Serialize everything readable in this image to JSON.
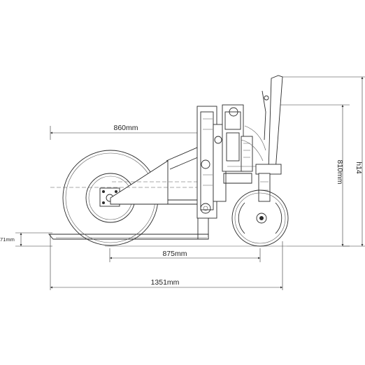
{
  "dimensions": {
    "wheel_offset": "860mm",
    "track": "875mm",
    "overall_length": "1351mm",
    "height_frame": "810mm",
    "height_handle": "h14",
    "fork_height": "71mm"
  },
  "colors": {
    "line": "#2a2a2a",
    "dimension": "#333333",
    "background": "#ffffff"
  }
}
